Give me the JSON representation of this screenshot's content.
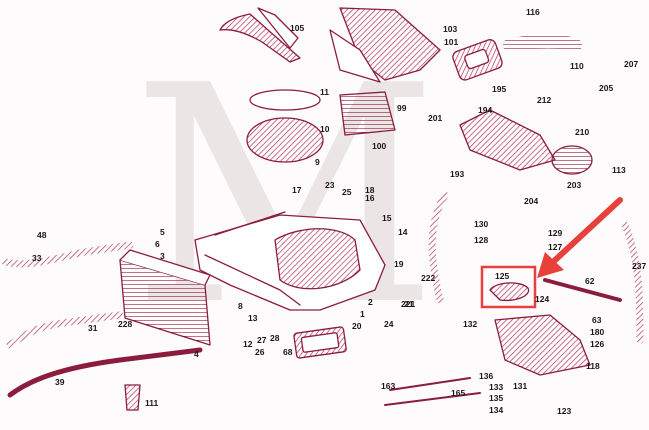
{
  "diagram": {
    "ink_color": "#8c1c3c",
    "hatch_color": "#b23a5c",
    "highlight_color": "#e8413c",
    "watermark_letter": "M",
    "highlight_part": "125",
    "parts": [
      "1",
      "2",
      "3",
      "4",
      "5",
      "6",
      "8",
      "9",
      "10",
      "11",
      "12",
      "13",
      "14",
      "15",
      "16",
      "17",
      "18",
      "19",
      "20",
      "21",
      "23",
      "24",
      "25",
      "26",
      "27",
      "28",
      "31",
      "33",
      "39",
      "48",
      "62",
      "63",
      "68",
      "99",
      "100",
      "101",
      "103",
      "105",
      "110",
      "111",
      "113",
      "116",
      "118",
      "123",
      "124",
      "125",
      "126",
      "127",
      "128",
      "129",
      "130",
      "131",
      "132",
      "133",
      "134",
      "135",
      "136",
      "163",
      "165",
      "180",
      "193",
      "194",
      "195",
      "201",
      "203",
      "204",
      "205",
      "207",
      "210",
      "212",
      "221",
      "222",
      "228",
      "237"
    ]
  }
}
